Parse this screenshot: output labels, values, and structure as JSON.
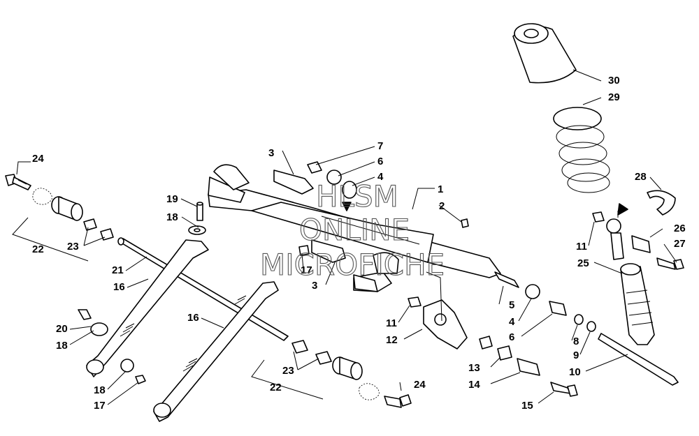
{
  "labels": {
    "l1": "1",
    "l2": "2",
    "l3a": "3",
    "l3b": "3",
    "l4a": "4",
    "l4b": "4",
    "l5": "5",
    "l6a": "6",
    "l6b": "6",
    "l7": "7",
    "l8": "8",
    "l9": "9",
    "l10": "10",
    "l11a": "11",
    "l11b": "11",
    "l12": "12",
    "l13": "13",
    "l14": "14",
    "l15": "15",
    "l16a": "16",
    "l16b": "16",
    "l17a": "17",
    "l17b": "17",
    "l18a": "18",
    "l18b": "18",
    "l18c": "18",
    "l19": "19",
    "l20": "20",
    "l21": "21",
    "l22a": "22",
    "l22b": "22",
    "l23a": "23",
    "l23b": "23",
    "l24a": "24",
    "l24b": "24",
    "l25": "25",
    "l26": "26",
    "l27": "27",
    "l28": "28",
    "l29": "29",
    "l30": "30"
  },
  "watermark": {
    "line1": "HLSM",
    "line2": "ONLINE",
    "line3": "MICROFICHE"
  }
}
